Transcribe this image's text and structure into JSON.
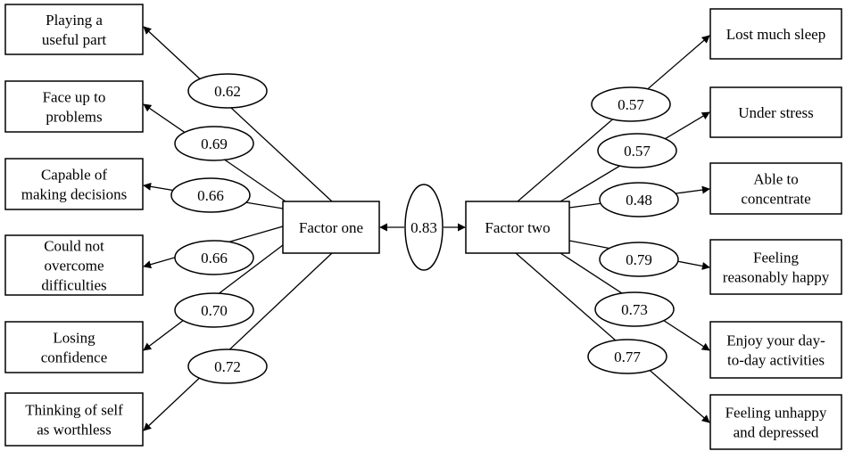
{
  "factors": {
    "one": "Factor one",
    "two": "Factor two"
  },
  "correlation": "0.83",
  "left_items": [
    {
      "lines": [
        "Playing a",
        "useful part"
      ],
      "loading": "0.62"
    },
    {
      "lines": [
        "Face up to",
        "problems"
      ],
      "loading": "0.69"
    },
    {
      "lines": [
        "Capable of",
        "making decisions"
      ],
      "loading": "0.66"
    },
    {
      "lines": [
        "Could not",
        "overcome",
        "difficulties"
      ],
      "loading": "0.66"
    },
    {
      "lines": [
        "Losing",
        "confidence"
      ],
      "loading": "0.70"
    },
    {
      "lines": [
        "Thinking of self",
        "as worthless"
      ],
      "loading": "0.72"
    }
  ],
  "right_items": [
    {
      "lines": [
        "Lost much sleep"
      ],
      "loading": "0.57"
    },
    {
      "lines": [
        "Under stress"
      ],
      "loading": "0.57"
    },
    {
      "lines": [
        "Able to",
        "concentrate"
      ],
      "loading": "0.48"
    },
    {
      "lines": [
        "Feeling",
        "reasonably happy"
      ],
      "loading": "0.79"
    },
    {
      "lines": [
        "Enjoy your day-",
        "to-day activities"
      ],
      "loading": "0.73"
    },
    {
      "lines": [
        "Feeling unhappy",
        "and depressed"
      ],
      "loading": "0.77"
    }
  ]
}
